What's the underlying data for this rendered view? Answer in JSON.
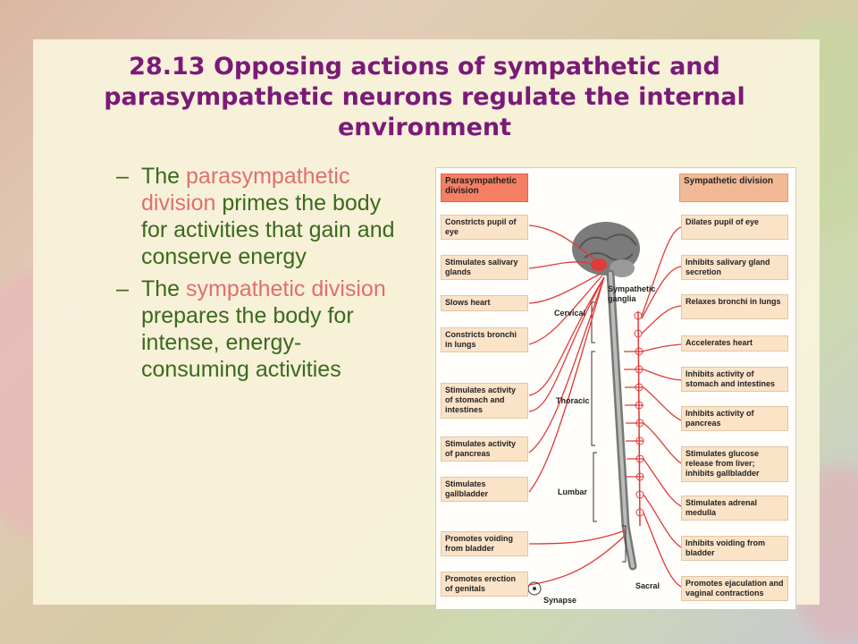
{
  "slide": {
    "title": "28.13  Opposing actions of sympathetic and parasympathetic neurons regulate the internal environment",
    "bullet1": {
      "dash": "–",
      "pre": "The ",
      "highlight": "parasympathetic division",
      "post": " primes the body for activities that gain and conserve energy"
    },
    "bullet2": {
      "dash": "–",
      "pre": "The ",
      "highlight": "sympathetic division",
      "post": " prepares the body for intense, energy-consuming activities"
    }
  },
  "figure": {
    "para_header": "Parasympathetic division",
    "symp_header": "Sympathetic division",
    "para_labels": [
      "Constricts pupil of eye",
      "Stimulates salivary glands",
      "Slows heart",
      "Constricts bronchi in lungs",
      "Stimulates activity of stomach and intestines",
      "Stimulates activity of pancreas",
      "Stimulates gallbladder",
      "Promotes voiding from bladder",
      "Promotes erection of genitals"
    ],
    "symp_labels": [
      "Dilates pupil of eye",
      "Inhibits salivary gland secretion",
      "Relaxes bronchi in lungs",
      "Accelerates heart",
      "Inhibits activity of stomach and intestines",
      "Inhibits activity of pancreas",
      "Stimulates glucose release from liver; inhibits gallbladder",
      "Stimulates adrenal medulla",
      "Inhibits voiding from bladder",
      "Promotes ejaculation and vaginal contractions"
    ],
    "regions": {
      "cervical": "Cervical",
      "thoracic": "Thoracic",
      "lumbar": "Lumbar",
      "sacral": "Sacral"
    },
    "sympathetic_ganglia": "Sympathetic ganglia",
    "synapse": "Synapse"
  }
}
